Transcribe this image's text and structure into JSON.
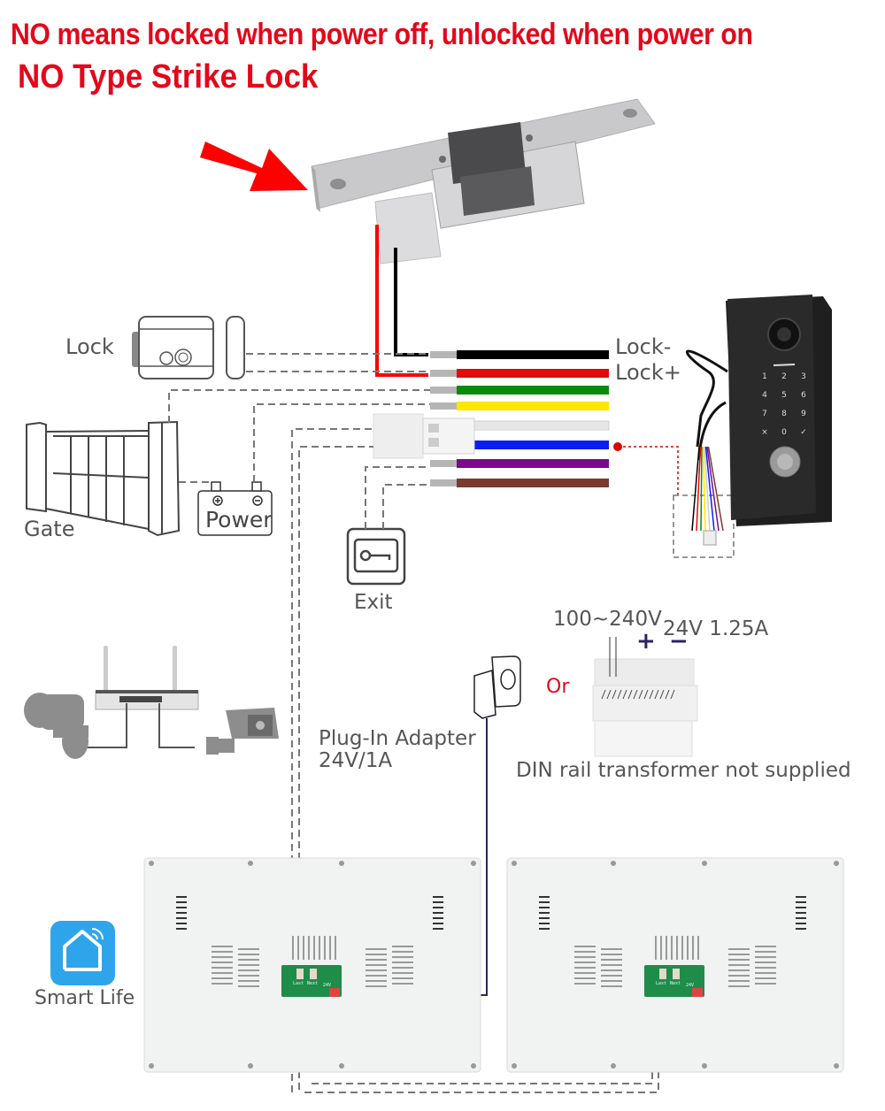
{
  "header": {
    "line1": "NO means locked when power off, unlocked when power on",
    "line2": "NO Type Strike Lock"
  },
  "components": {
    "strike_lock": {
      "icon": "strike-lock-icon"
    },
    "lock": {
      "label": "Lock",
      "icon": "electric-lock-icon"
    },
    "gate": {
      "label": "Gate",
      "icon": "gate-icon"
    },
    "power": {
      "label": "Power",
      "plus": "⊕",
      "minus": "⊖",
      "icon": "battery-icon"
    },
    "exit": {
      "label": "Exit",
      "icon": "exit-button-key-icon"
    },
    "router": {
      "icon": "router-icon"
    },
    "cameras": [
      "cctv-camera-left-icon",
      "cctv-camera-right-icon"
    ],
    "adapter": {
      "label_line1": "Plug-In Adapter",
      "label_line2": "24V/1A",
      "icon": "plug-adapter-icon"
    },
    "or_label": "Or",
    "din_rail": {
      "input": "100~240V",
      "output": "24V 1.25A",
      "plus": "+",
      "minus": "−",
      "caption": "DIN rail transformer not supplied",
      "icon": "din-rail-transformer-icon"
    },
    "smart_life": {
      "label": "Smart Life",
      "icon": "smart-life-app-icon"
    },
    "doorbell": {
      "icon": "video-doorbell-icon",
      "keypad": [
        "1",
        "2",
        "3",
        "4",
        "5",
        "6",
        "7",
        "8",
        "9",
        "×",
        "0",
        "✓"
      ]
    },
    "monitors": [
      {
        "pcb_labels": [
          "Last",
          "Next",
          "24V"
        ]
      },
      {
        "pcb_labels": [
          "Last",
          "Next",
          "24V"
        ]
      }
    ]
  },
  "wires": [
    {
      "color": "#000000",
      "label": "Lock-"
    },
    {
      "color": "#e30a0a",
      "label": "Lock+"
    },
    {
      "color": "#0a8a0a",
      "label": ""
    },
    {
      "color": "#ffe600",
      "label": ""
    },
    {
      "color": "#e6e6e6",
      "label": ""
    },
    {
      "color": "#0a1ef0",
      "label": ""
    },
    {
      "color": "#7a0a8a",
      "label": ""
    },
    {
      "color": "#7a3a30",
      "label": ""
    }
  ],
  "colors": {
    "title_red": "#e3081a",
    "arrow_red": "#ff0000",
    "dashed_gray": "#777777",
    "smart_life_blue": "#2ea5ea",
    "pcb_green": "#1f8c4a",
    "power_line": "#2a2560"
  }
}
